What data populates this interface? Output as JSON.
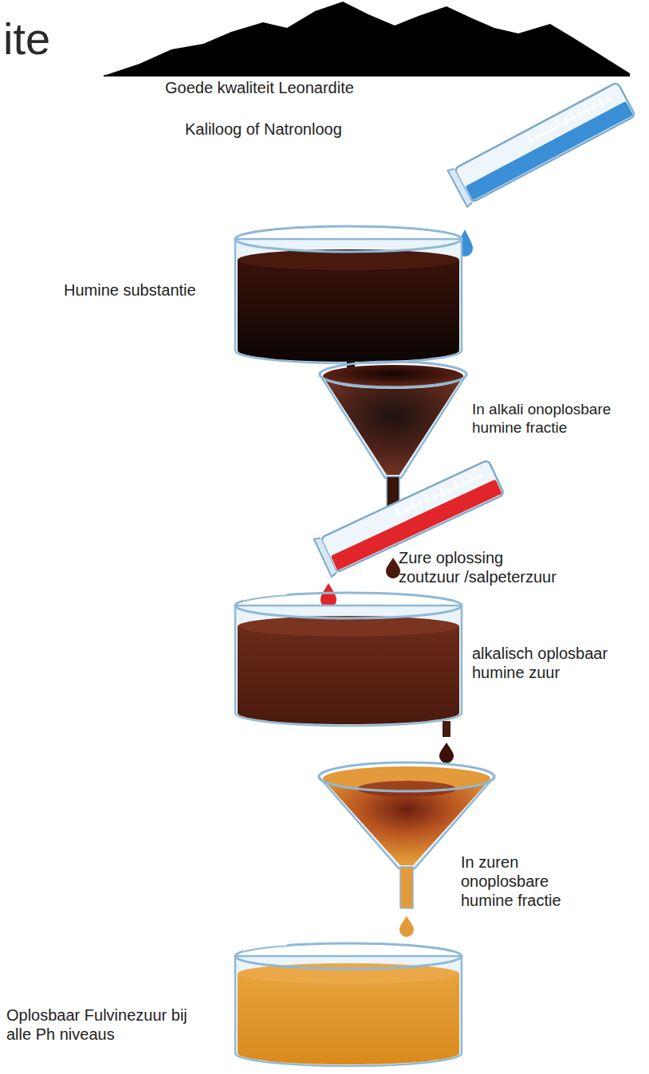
{
  "diagram": {
    "title": "ite",
    "labels": [
      "Goede kwaliteit Leonardite",
      "Kaliloog of Natronloog",
      "Humine substantie",
      "In alkali onoplosbare humine fractie",
      "Zure oplossing zoutzuur /salpeterzuur",
      "alkalisch oplosbaar humine zuur",
      "In zuren onoplosbare humine fractie",
      "Oplosbaar Fulvinezuur bij alle Ph niveaus"
    ]
  }
}
